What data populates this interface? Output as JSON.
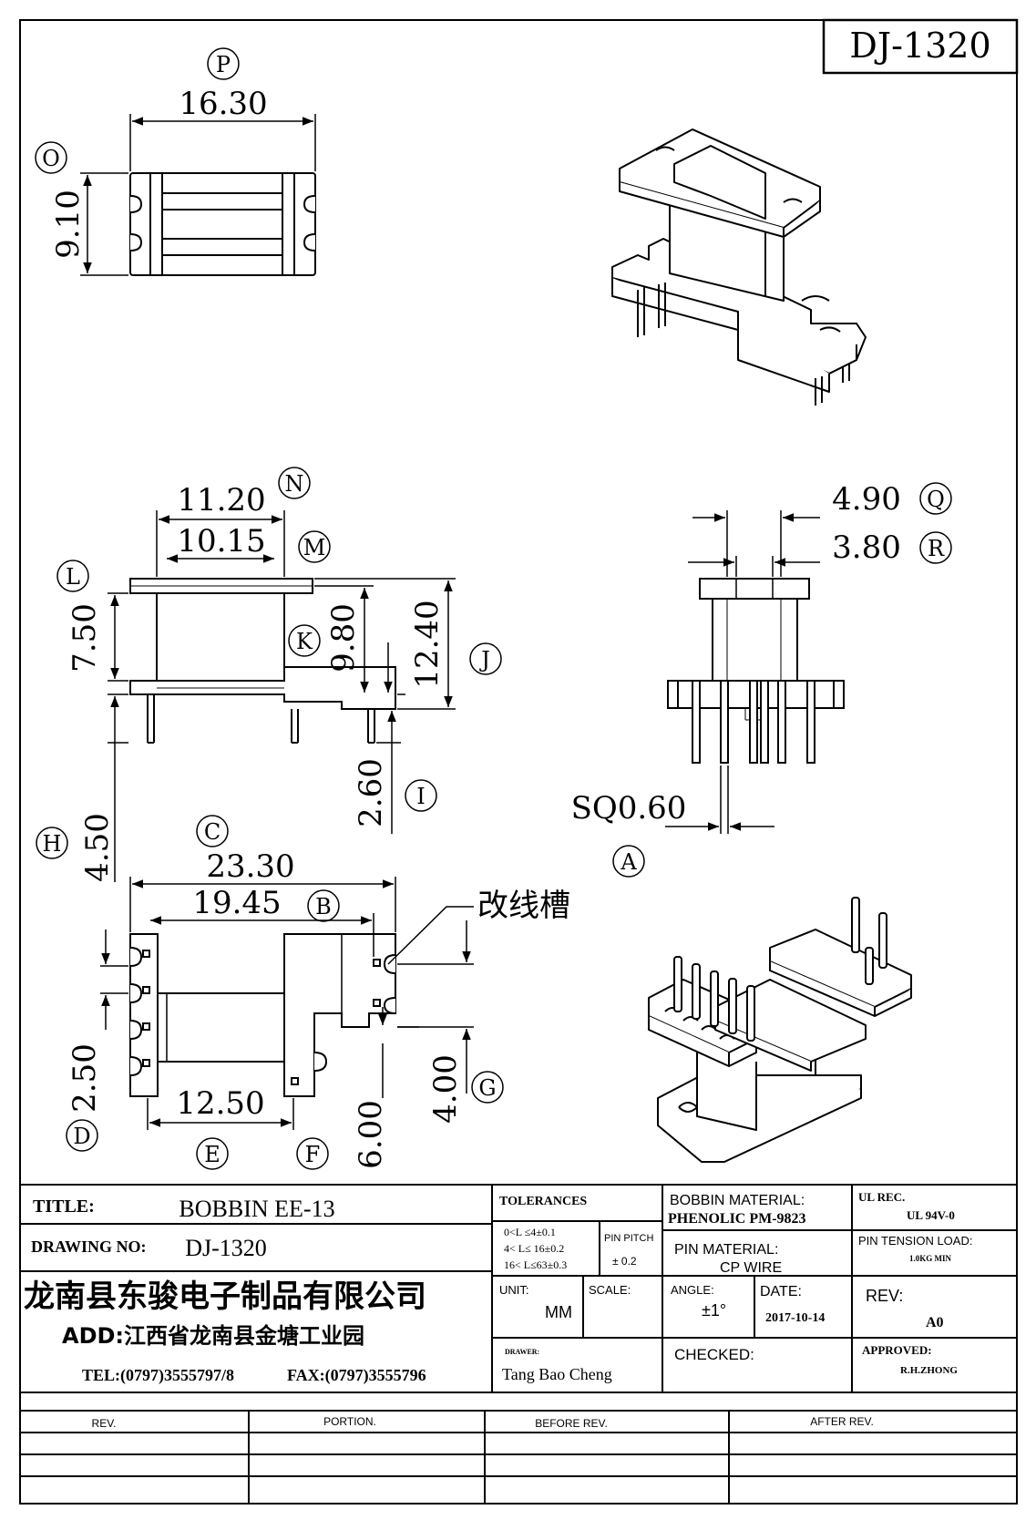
{
  "drawing_number_box": "DJ-1320",
  "dimensions": {
    "p": "16.30",
    "o": "9.10",
    "n": "11.20",
    "m": "10.15",
    "l": "7.50",
    "k": "9.80",
    "j": "12.40",
    "h": "4.50",
    "i": "2.60",
    "q": "4.90",
    "r": "3.80",
    "a": "SQ0.60",
    "c": "23.30",
    "b": "19.45",
    "d": "2.50",
    "e": "12.50",
    "f": "6.00",
    "g": "4.00"
  },
  "circle_labels": {
    "p": "P",
    "o": "O",
    "n": "N",
    "m": "M",
    "l": "L",
    "k": "K",
    "j": "J",
    "h": "H",
    "i": "I",
    "q": "Q",
    "r": "R",
    "a": "A",
    "c": "C",
    "b": "B",
    "d": "D",
    "e": "E",
    "f": "F",
    "g": "G"
  },
  "callout": "改线槽",
  "title_block": {
    "title_label": "TITLE:",
    "title_value": "BOBBIN EE-13",
    "drawing_no_label": "DRAWING NO:",
    "drawing_no_value": "DJ-1320",
    "company": "龙南县东骏电子制品有限公司",
    "address": "ADD:江西省龙南县金塘工业园",
    "tel": "TEL:(0797)3555797/8",
    "fax": "FAX:(0797)3555796",
    "tolerances_label": "TOLERANCES",
    "tol_1": "0<L ≤4±0.1",
    "tol_2": "4< L≤  16±0.2",
    "tol_3": "16< L≤63±0.3",
    "pin_pitch_label": "PIN PITCH",
    "pin_pitch_value": "± 0.2",
    "unit_label": "UNIT:",
    "unit_value": "MM",
    "scale_label": "SCALE:",
    "bobbin_material_label": "BOBBIN MATERIAL:",
    "bobbin_material_value": "PHENOLIC  PM-9823",
    "pin_material_label": "PIN MATERIAL:",
    "pin_material_value": "CP WIRE",
    "angle_label": "ANGLE:",
    "angle_value": "±1°",
    "date_label": "DATE:",
    "date_value": "2017-10-14",
    "ul_label": "UL REC.",
    "ul_value": "UL  94V-0",
    "pin_tension_label": "PIN TENSION LOAD:",
    "pin_tension_value": "1.0KG MIN",
    "rev_label": "REV:",
    "rev_value": "A0",
    "drawer_label": "DRAWER:",
    "drawer_value": "Tang Bao Cheng",
    "checked_label": "CHECKED:",
    "approved_label": "APPROVED:",
    "approved_value": "R.H.ZHONG"
  },
  "revision_table": {
    "headers": [
      "REV.",
      "PORTION.",
      "BEFORE REV.",
      "AFTER REV."
    ]
  }
}
